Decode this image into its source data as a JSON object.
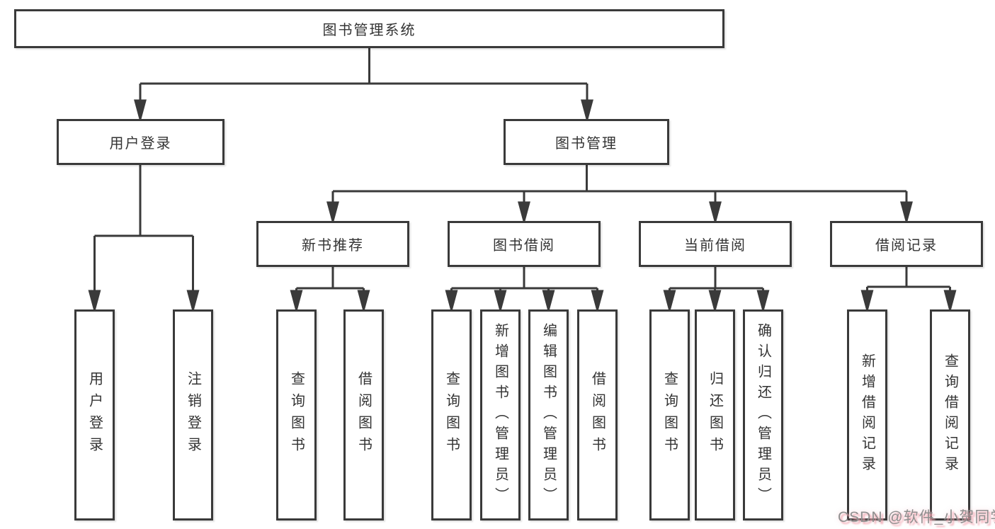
{
  "diagram": {
    "root": {
      "label": "图书管理系统"
    },
    "branches": [
      {
        "label": "用户登录",
        "children": [
          {
            "label": "用户登录"
          },
          {
            "label": "注销登录"
          }
        ]
      },
      {
        "label": "图书管理",
        "children": [
          {
            "label": "新书推荐",
            "children": [
              {
                "label": "查询图书"
              },
              {
                "label": "借阅图书"
              }
            ]
          },
          {
            "label": "图书借阅",
            "children": [
              {
                "label": "查询图书"
              },
              {
                "label": "新增图书（管理员）"
              },
              {
                "label": "编辑图书（管理员）"
              },
              {
                "label": "借阅图书"
              }
            ]
          },
          {
            "label": "当前借阅",
            "children": [
              {
                "label": "查询图书"
              },
              {
                "label": "归还图书"
              },
              {
                "label": "确认归还（管理员）"
              }
            ]
          },
          {
            "label": "借阅记录",
            "children": [
              {
                "label": "新增借阅记录"
              },
              {
                "label": "查询借阅记录"
              }
            ]
          }
        ]
      }
    ]
  },
  "watermark": {
    "text": "CSDN @软件_小贺同学"
  },
  "colors": {
    "line": "#3a3a3a",
    "text": "#333333",
    "box_background": "#ffffff",
    "watermark_text": "#8f8f8f",
    "watermark_shadow": "#f2a9b4"
  }
}
